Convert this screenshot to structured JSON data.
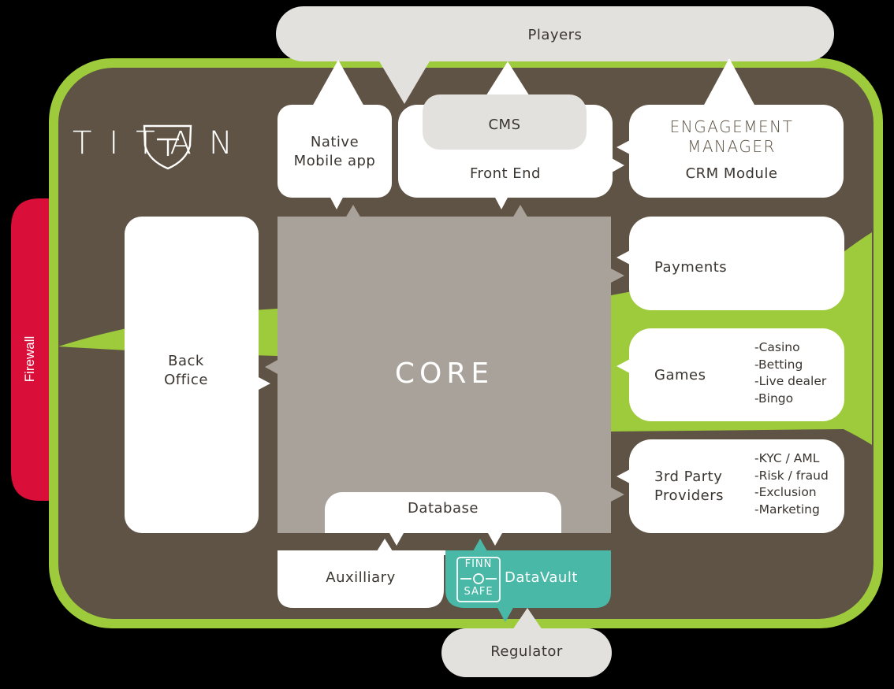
{
  "brand": "TITAN",
  "colors": {
    "outer_green": "#9ecb3b",
    "inner_brown": "#5e5344",
    "core_grey": "#a8a29a",
    "light_grey": "#e3e1de",
    "white": "#ffffff",
    "firewall_red": "#d90f39",
    "vault_teal": "#49b8a6"
  },
  "labels": {
    "players": "Players",
    "cms": "CMS",
    "native_mobile": "Native\nMobile app",
    "front_end": "Front End",
    "engagement_manager": "ENGAGEMENT\nMANAGER",
    "crm_module": "CRM Module",
    "back_office": "Back\nOffice",
    "core": "CORE",
    "payments": "Payments",
    "games": "Games",
    "third_party": "3rd Party\nProviders",
    "database": "Database",
    "auxiliary": "Auxilliary",
    "datavault": "DataVault",
    "regulator": "Regulator",
    "firewall": "Firewall",
    "finn_safe_top": "FINN",
    "finn_safe_bottom": "SAFE"
  },
  "games_list": [
    "-Casino",
    "-Betting",
    "-Live dealer",
    "-Bingo"
  ],
  "third_party_list": [
    "-KYC / AML",
    "-Risk / fraud",
    "-Exclusion",
    "-Marketing"
  ],
  "icons": [
    "titan-shield-logo-icon",
    "finn-safe-logo-icon"
  ]
}
